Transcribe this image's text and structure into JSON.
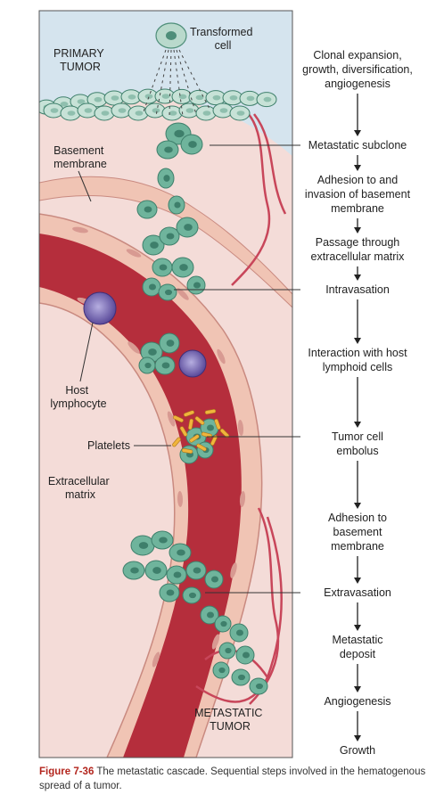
{
  "labels": {
    "primary_tumor": [
      "PRIMARY",
      "TUMOR"
    ],
    "transformed_cell": [
      "Transformed",
      "cell"
    ],
    "basement_membrane": [
      "Basement",
      "membrane"
    ],
    "host_lymphocyte": [
      "Host",
      "lymphocyte"
    ],
    "platelets": "Platelets",
    "extracellular_matrix": [
      "Extracellular",
      "matrix"
    ],
    "metastatic_tumor": [
      "METASTATIC",
      "TUMOR"
    ]
  },
  "steps": [
    [
      "Clonal expansion,",
      "growth, diversification,",
      "angiogenesis"
    ],
    [
      "Metastatic subclone"
    ],
    [
      "Adhesion to and",
      "invasion of basement",
      "membrane"
    ],
    [
      "Passage through",
      "extracellular matrix"
    ],
    [
      "Intravasation"
    ],
    [
      "Interaction with host",
      "lymphoid cells"
    ],
    [
      "Tumor cell",
      "embolus"
    ],
    [
      "Adhesion to",
      "basement",
      "membrane"
    ],
    [
      "Extravasation"
    ],
    [
      "Metastatic",
      "deposit"
    ],
    [
      "Angiogenesis"
    ],
    [
      "Growth"
    ]
  ],
  "caption": {
    "figure_number": "Figure 7-36",
    "text": " The metastatic cascade. Sequential steps involved in the hematogenous spread of a tumor."
  },
  "colors": {
    "background_sky": "#d5e4ee",
    "stroma": "#f4dcd8",
    "vessel_wall": "#f0c4b4",
    "blood": "#b52e3c",
    "tumor_cell": "#6fb49c",
    "tumor_nucleus": "#3e7f6b",
    "lymphocyte": "#6a5aa3",
    "platelet": "#f0b53c"
  }
}
